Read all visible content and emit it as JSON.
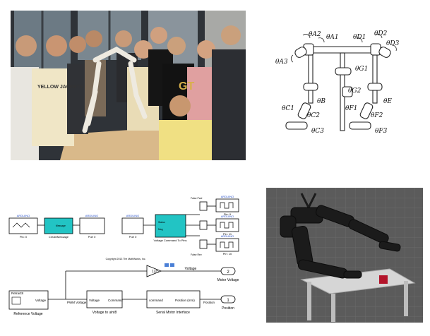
{
  "photo": {
    "shirt_text_1": "YELLOW JACKETS",
    "shirt_text_2": "GT"
  },
  "diagram": {
    "angles": {
      "A1": "θA1",
      "A2": "θA2",
      "A3": "θA3",
      "D1": "θD1",
      "D2": "θD2",
      "D3": "θD3",
      "G1": "θG1",
      "G2": "θG2",
      "B": "θB",
      "C1": "θC1",
      "C2": "θC2",
      "C3": "θC3",
      "E": "θE",
      "F1": "θF1",
      "F2": "θF2",
      "F3": "θF3"
    }
  },
  "simulink": {
    "arduino": "ARDUINO",
    "pin0": "Pin: 0",
    "create_message": "Message",
    "create_message_label": "CreateMessage",
    "port0_a": "Port 0",
    "port0_b": "Port 0",
    "status": "Status",
    "msg_in": "Msg",
    "vc_block_label": "Voltage Command To Pins",
    "false_pwd": "False Pwd",
    "false_rev": "False Rev",
    "pin9": "Pin: 9",
    "pin11": "Pin: 11",
    "pin10": "Pin: 10",
    "copyright": "Copyright 2013 The MathWorks, Inc.",
    "gain": "12/5",
    "voltage": "Voltage",
    "out2_num": "2",
    "motor_voltage": "Motor Voltage",
    "retract": "Retract8",
    "voltage_in": "Voltage",
    "reference_voltage": "Reference Voltage",
    "pwm_voltage": "PWM Voltage",
    "volt_block_in": "Voltage",
    "volt_block_out": "Command",
    "voltage_to_uint8": "Voltage to uint8",
    "command": "command",
    "position_mm": "Position (mm)",
    "serial_motor": "Serial Motor Interface",
    "position_sig": "Position",
    "out1_num": "1",
    "position_out": "Position"
  }
}
